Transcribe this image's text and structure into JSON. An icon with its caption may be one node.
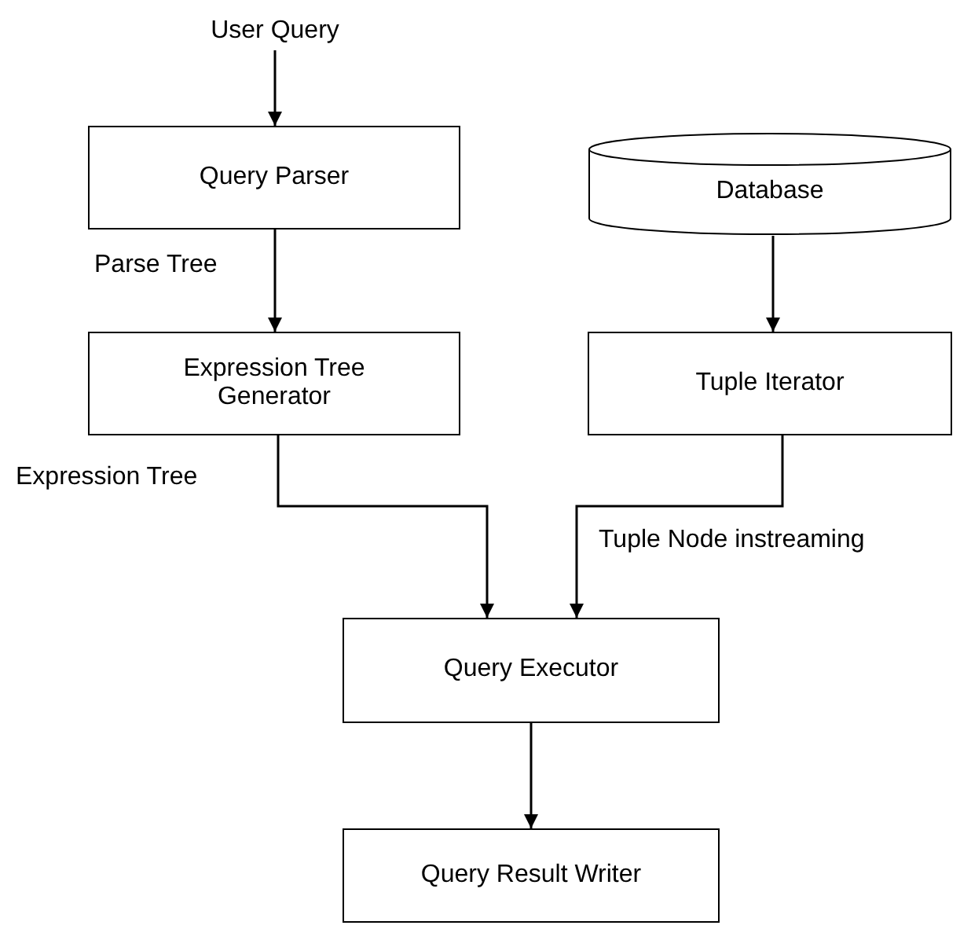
{
  "diagram": {
    "nodes": [
      {
        "text": [
          "User Query"
        ]
      },
      {
        "text": [
          "Query Parser"
        ]
      },
      {
        "text": [
          "Expression Tree Generator"
        ]
      },
      {
        "text": [
          "Database"
        ]
      },
      {
        "text": [
          "Tuple Iterator"
        ]
      },
      {
        "text": [
          "Query Executor"
        ]
      },
      {
        "text": [
          "Query Result Writer"
        ]
      }
    ],
    "edges": [
      {
        "from": 0,
        "to": 1,
        "arrow": "to"
      },
      {
        "from": 1,
        "to": 2,
        "arrow": "to",
        "label": "Parse Tree"
      },
      {
        "from": 3,
        "to": 4,
        "arrow": "to"
      },
      {
        "from": 2,
        "to": 5,
        "arrow": "to",
        "label": "Expression Tree"
      },
      {
        "from": 4,
        "to": 5,
        "arrow": "to",
        "label": "Tuple Node instreaming"
      },
      {
        "from": 5,
        "to": 6,
        "arrow": "to"
      }
    ]
  }
}
